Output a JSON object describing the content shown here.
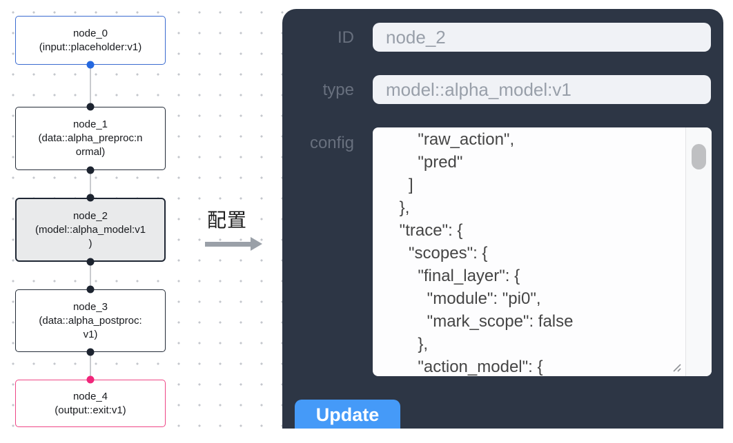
{
  "canvas": {
    "nodes": [
      {
        "id": "node_0",
        "type": "input::placeholder:v1",
        "label": "node_0\n(input::placeholder:v1)"
      },
      {
        "id": "node_1",
        "type": "data::alpha_preproc:normal",
        "label": "node_1\n(data::alpha_preproc:n\normal)"
      },
      {
        "id": "node_2",
        "type": "model::alpha_model:v1",
        "label": "node_2\n(model::alpha_model:v1\n)",
        "selected": true
      },
      {
        "id": "node_3",
        "type": "data::alpha_postproc:v1",
        "label": "node_3\n(data::alpha_postproc:\nv1)"
      },
      {
        "id": "node_4",
        "type": "output::exit:v1",
        "label": "node_4\n(output::exit:v1)"
      }
    ]
  },
  "annotation": {
    "label": "配置"
  },
  "panel": {
    "id_label": "ID",
    "id_value": "node_2",
    "type_label": "type",
    "type_value": "model::alpha_model:v1",
    "config_label": "config",
    "config_value": "        \"raw_action\",\n        \"pred\"\n      ]\n    },\n    \"trace\": {\n      \"scopes\": {\n        \"final_layer\": {\n          \"module\": \"pi0\",\n          \"mark_scope\": false\n        },\n        \"action_model\": {",
    "update_label": "Update"
  },
  "colors": {
    "panel_bg": "#2d3645",
    "field_bg": "#f0f2f6",
    "accent_blue": "#459af8",
    "node_input_border": "#3a6bd0",
    "node_output_border": "#ee4585",
    "node_default_border": "#222a36",
    "selected_node_bg": "#e9eaeb",
    "port_blue": "#2468e0",
    "port_dark": "#1d2430",
    "port_pink": "#f0267a"
  }
}
